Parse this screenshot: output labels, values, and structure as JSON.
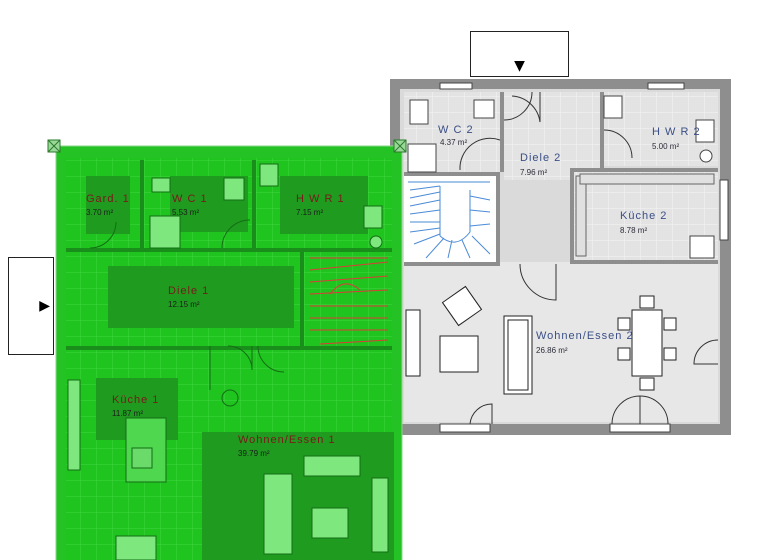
{
  "floor2": {
    "rooms": [
      {
        "label": "W C  2",
        "area": "4.37 m²"
      },
      {
        "label": "Diele 2",
        "area": "7.96 m²"
      },
      {
        "label": "H W R  2",
        "area": "5.00 m²"
      },
      {
        "label": "Küche 2",
        "area": "8.78 m²"
      },
      {
        "label": "Wohnen/Essen 2",
        "area": "26.86 m²"
      }
    ]
  },
  "floor1": {
    "rooms": [
      {
        "label": "Gard. 1",
        "area": "3.70 m²"
      },
      {
        "label": "W C  1",
        "area": "5.53 m²"
      },
      {
        "label": "H W R  1",
        "area": "7.15 m²"
      },
      {
        "label": "Diele 1",
        "area": "12.15 m²"
      },
      {
        "label": "Küche 1",
        "area": "11.87 m²"
      },
      {
        "label": "Wohnen/Essen 1",
        "area": "39.79 m²"
      }
    ]
  },
  "controls": {
    "top_arrow": "▼",
    "left_arrow": "▶"
  },
  "colors": {
    "highlight": "#19c419",
    "room_fill": "#e6e6e6",
    "wall": "#8c8c8c"
  }
}
